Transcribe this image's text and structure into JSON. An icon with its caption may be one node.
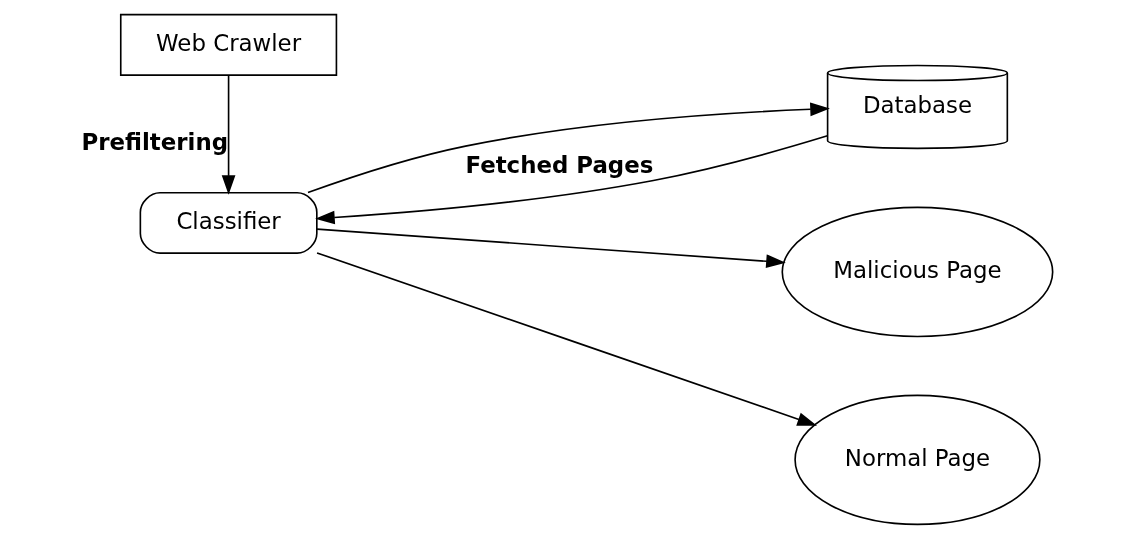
{
  "diagram": {
    "nodes": [
      {
        "text": [
          "Web Crawler"
        ]
      },
      {
        "text": [
          "Classifier"
        ]
      },
      {
        "text": [
          "Database"
        ]
      },
      {
        "text": [
          "Malicious Page"
        ]
      },
      {
        "text": [
          "Normal Page"
        ]
      }
    ],
    "edges": [
      {
        "from": 0,
        "to": 1,
        "arrow": "to",
        "label": "Prefiltering"
      },
      {
        "from": 1,
        "to": 2,
        "arrow": "to"
      },
      {
        "from": 2,
        "to": 1,
        "arrow": "to",
        "label": "Fetched Pages"
      },
      {
        "from": 1,
        "to": 3,
        "arrow": "to"
      },
      {
        "from": 1,
        "to": 4,
        "arrow": "to"
      }
    ]
  }
}
